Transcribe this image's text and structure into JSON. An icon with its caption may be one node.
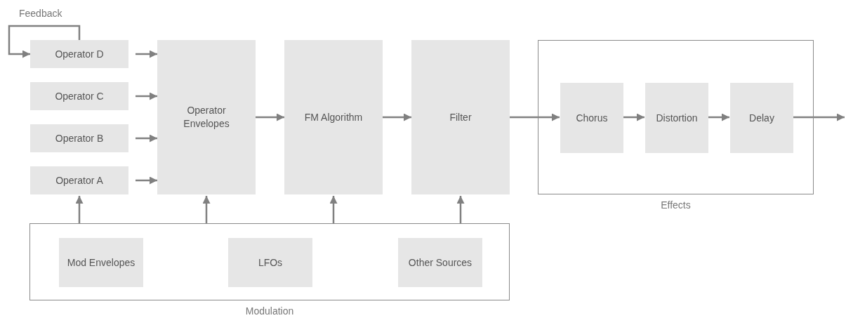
{
  "diagram": {
    "nodes": [
      {
        "text": [
          "Operator D"
        ]
      },
      {
        "text": [
          "Operator C"
        ]
      },
      {
        "text": [
          "Operator B"
        ]
      },
      {
        "text": [
          "Operator A"
        ]
      },
      {
        "text": [
          "Operator Envelopes"
        ]
      },
      {
        "text": [
          "FM Algorithm"
        ]
      },
      {
        "text": [
          "Filter"
        ]
      },
      {
        "text": [
          "Effects"
        ]
      },
      {
        "text": [
          "Chorus"
        ],
        "in": 7
      },
      {
        "text": [
          "Distortion"
        ],
        "in": 7
      },
      {
        "text": [
          "Delay"
        ],
        "in": 7
      },
      {
        "text": [
          "Modulation"
        ]
      },
      {
        "text": [
          "Mod Envelopes"
        ],
        "in": 11
      },
      {
        "text": [
          "LFOs"
        ],
        "in": 11
      },
      {
        "text": [
          "Other Sources"
        ],
        "in": 11
      }
    ],
    "edges": [
      {
        "from": 0,
        "to": 0,
        "arrow": "to",
        "label": "Feedback"
      },
      {
        "from": 0,
        "to": 4,
        "arrow": "to"
      },
      {
        "from": 1,
        "to": 4,
        "arrow": "to"
      },
      {
        "from": 2,
        "to": 4,
        "arrow": "to"
      },
      {
        "from": 3,
        "to": 4,
        "arrow": "to"
      },
      {
        "from": 4,
        "to": 5,
        "arrow": "to"
      },
      {
        "from": 5,
        "to": 6,
        "arrow": "to"
      },
      {
        "from": 6,
        "to": 8,
        "arrow": "to"
      },
      {
        "from": 8,
        "to": 9,
        "arrow": "to"
      },
      {
        "from": 9,
        "to": 10,
        "arrow": "to"
      },
      {
        "from": 10,
        "to": null,
        "arrow": "to"
      },
      {
        "from": 11,
        "to": 3,
        "arrow": "to"
      },
      {
        "from": 11,
        "to": 4,
        "arrow": "to"
      },
      {
        "from": 11,
        "to": 5,
        "arrow": "to"
      },
      {
        "from": 11,
        "to": 6,
        "arrow": "to"
      }
    ]
  }
}
